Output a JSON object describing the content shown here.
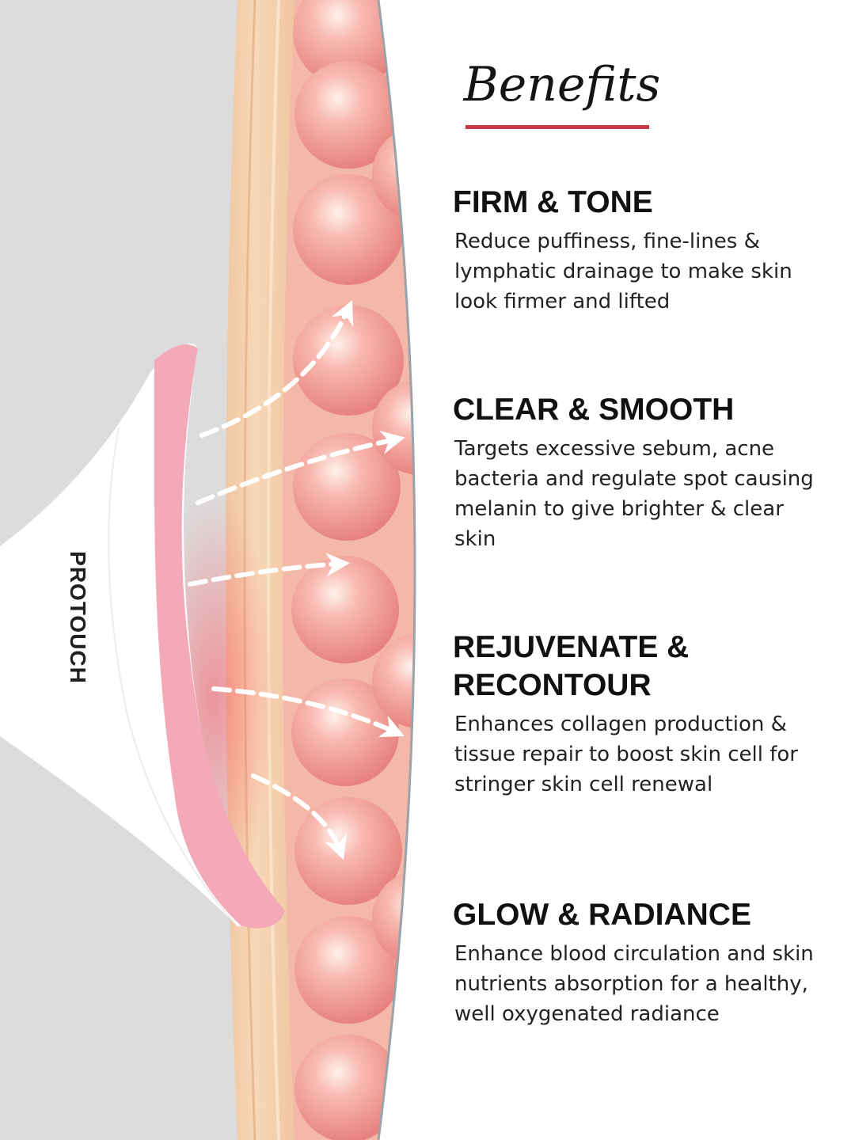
{
  "brand": {
    "name": "PROTOUCH"
  },
  "heading": {
    "title": "Benefits"
  },
  "benefits": [
    {
      "title": "FIRM & TONE",
      "description": "Reduce puffiness, fine-lines & lymphatic drainage to make skin look firmer and lifted"
    },
    {
      "title": "CLEAR & SMOOTH",
      "description": "Targets excessive sebum, acne bacteria and regulate spot causing melanin  to give brighter & clear skin"
    },
    {
      "title": "REJUVENATE & RECONTOUR",
      "description": "Enhances collagen production & tissue repair to boost skin cell for stringer skin cell renewal"
    },
    {
      "title": "GLOW & RADIANCE",
      "description": "Enhance blood circulation and skin nutrients absorption for a healthy, well oxygenated radiance"
    }
  ],
  "colors": {
    "accent": "#c83a4a",
    "skin_pink": "#f08e8a",
    "skin_layer": "#f2caa4",
    "device_pad": "#f4a9b8",
    "background_gray": "#dcdcdc"
  }
}
